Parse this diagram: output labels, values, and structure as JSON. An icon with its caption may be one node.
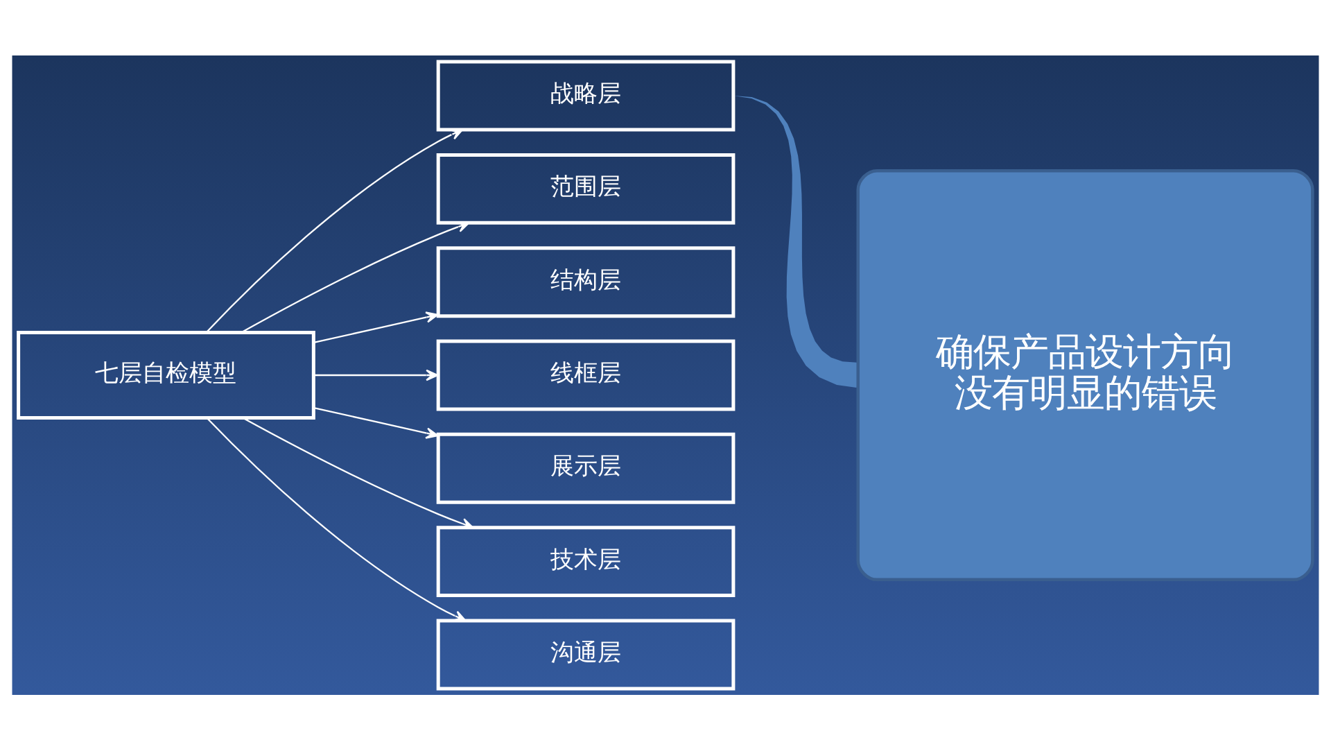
{
  "diagram": {
    "nodes": [
      {
        "text": [
          "七层自检模型"
        ]
      },
      {
        "text": [
          "战略层"
        ]
      },
      {
        "text": [
          "范围层"
        ]
      },
      {
        "text": [
          "结构层"
        ]
      },
      {
        "text": [
          "线框层"
        ]
      },
      {
        "text": [
          "展示层"
        ]
      },
      {
        "text": [
          "技术层"
        ]
      },
      {
        "text": [
          "沟通层"
        ]
      },
      {
        "text": [
          "确保产品设计方向没有明显的错误"
        ]
      }
    ],
    "edges": [
      {
        "from": 0,
        "to": 1,
        "arrow": "to"
      },
      {
        "from": 0,
        "to": 2,
        "arrow": "to"
      },
      {
        "from": 0,
        "to": 3,
        "arrow": "to"
      },
      {
        "from": 0,
        "to": 4,
        "arrow": "to"
      },
      {
        "from": 0,
        "to": 5,
        "arrow": "to"
      },
      {
        "from": 0,
        "to": 6,
        "arrow": "to"
      },
      {
        "from": 0,
        "to": 7,
        "arrow": "to"
      },
      {
        "from": 8,
        "to": 1,
        "arrow": "none",
        "style": "thick",
        "color": "#4f81bd"
      }
    ]
  }
}
